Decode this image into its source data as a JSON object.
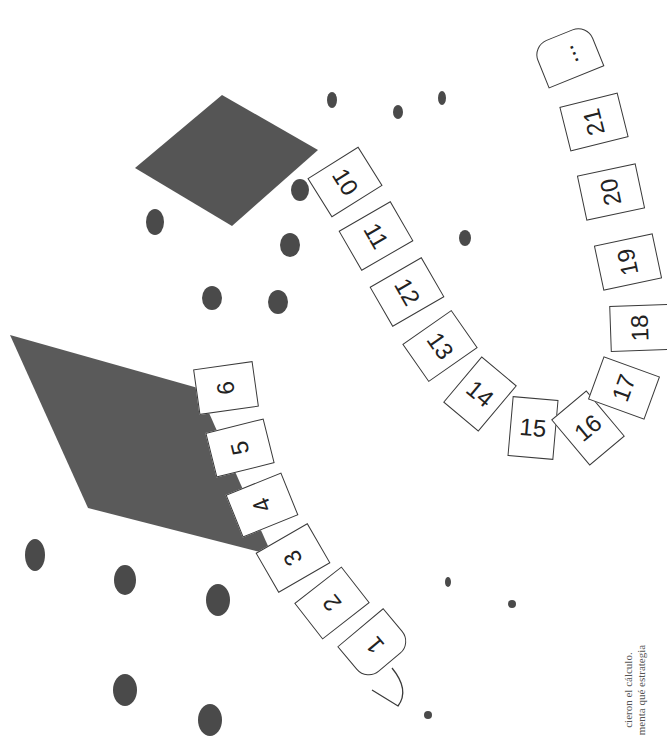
{
  "diagram": {
    "nodes": [
      {
        "text": [
          "1"
        ]
      },
      {
        "text": [
          "2"
        ]
      },
      {
        "text": [
          "3"
        ]
      },
      {
        "text": [
          "4"
        ]
      },
      {
        "text": [
          "5"
        ]
      },
      {
        "text": [
          "6"
        ]
      },
      {
        "text": [
          "10"
        ]
      },
      {
        "text": [
          "11"
        ]
      },
      {
        "text": [
          "12"
        ]
      },
      {
        "text": [
          "13"
        ]
      },
      {
        "text": [
          "14"
        ]
      },
      {
        "text": [
          "15"
        ]
      },
      {
        "text": [
          "16"
        ]
      },
      {
        "text": [
          "17"
        ]
      },
      {
        "text": [
          "18"
        ]
      },
      {
        "text": [
          "19"
        ]
      },
      {
        "text": [
          "20"
        ]
      },
      {
        "text": [
          "21"
        ]
      },
      {
        "text": [
          "..."
        ]
      }
    ],
    "labels": [
      "cieron el cálculo.",
      "menta qué estrategia"
    ]
  }
}
